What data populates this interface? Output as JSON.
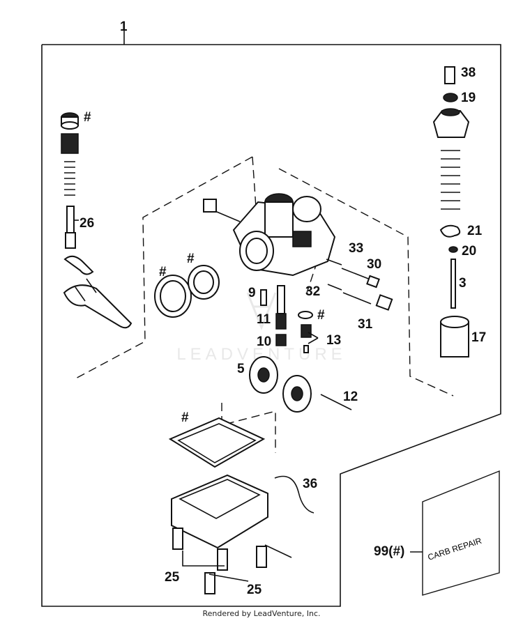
{
  "diagram": {
    "assembly_number": "1",
    "watermark": "LEADVENTURE",
    "footer": "Rendered by LeadVenture, Inc.",
    "kit_label": "CARB REPAIR",
    "labels": [
      {
        "id": "hash-top-left",
        "text": "#"
      },
      {
        "id": "26",
        "text": "26"
      },
      {
        "id": "hash-ring-a",
        "text": "#"
      },
      {
        "id": "hash-ring-b",
        "text": "#"
      },
      {
        "id": "38",
        "text": "38"
      },
      {
        "id": "19",
        "text": "19"
      },
      {
        "id": "21",
        "text": "21"
      },
      {
        "id": "20",
        "text": "20"
      },
      {
        "id": "3",
        "text": "3"
      },
      {
        "id": "17",
        "text": "17"
      },
      {
        "id": "33",
        "text": "33"
      },
      {
        "id": "30",
        "text": "30"
      },
      {
        "id": "32",
        "text": "32"
      },
      {
        "id": "31",
        "text": "31"
      },
      {
        "id": "9",
        "text": "9"
      },
      {
        "id": "11",
        "text": "11"
      },
      {
        "id": "10",
        "text": "10"
      },
      {
        "id": "hash-oring",
        "text": "#"
      },
      {
        "id": "13",
        "text": "13"
      },
      {
        "id": "5",
        "text": "5"
      },
      {
        "id": "12",
        "text": "12"
      },
      {
        "id": "hash-gasket",
        "text": "#"
      },
      {
        "id": "36",
        "text": "36"
      },
      {
        "id": "99",
        "text": "99(#)"
      },
      {
        "id": "25a",
        "text": "25"
      },
      {
        "id": "25b",
        "text": "25"
      }
    ]
  }
}
